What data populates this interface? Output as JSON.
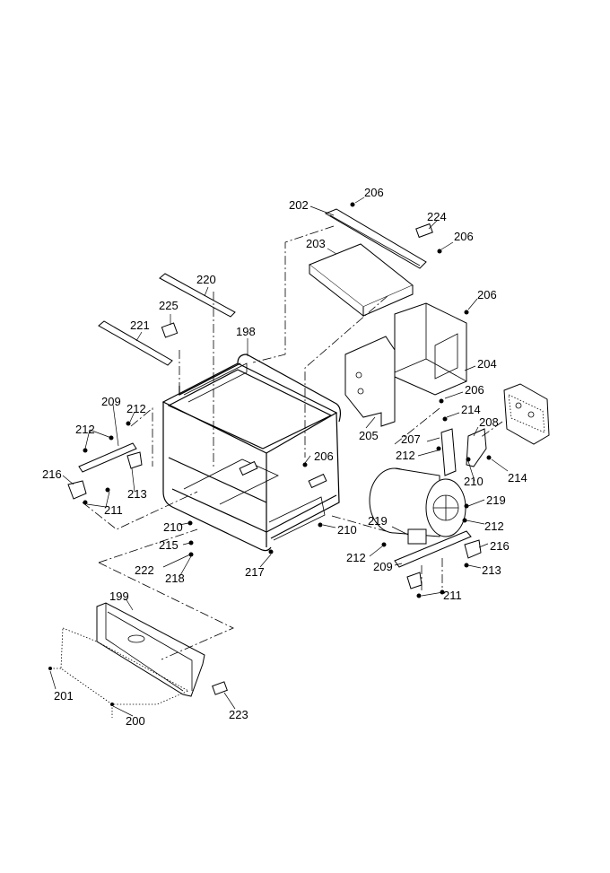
{
  "callouts": {
    "c198": "198",
    "c199": "199",
    "c200": "200",
    "c201": "201",
    "c202": "202",
    "c203": "203",
    "c204": "204",
    "c205": "205",
    "c206a": "206",
    "c206b": "206",
    "c206c": "206",
    "c206d": "206",
    "c206e": "206",
    "c207": "207",
    "c208": "208",
    "c209a": "209",
    "c209b": "209",
    "c210a": "210",
    "c210b": "210",
    "c210c": "210",
    "c211a": "211",
    "c211b": "211",
    "c212a": "212",
    "c212b": "212",
    "c212c": "212",
    "c212d": "212",
    "c212e": "212",
    "c213a": "213",
    "c213b": "213",
    "c214a": "214",
    "c214b": "214",
    "c215": "215",
    "c216a": "216",
    "c216b": "216",
    "c217": "217",
    "c218": "218",
    "c219a": "219",
    "c219b": "219",
    "c220": "220",
    "c221": "221",
    "c222": "222",
    "c223": "223",
    "c224": "224",
    "c225": "225"
  }
}
